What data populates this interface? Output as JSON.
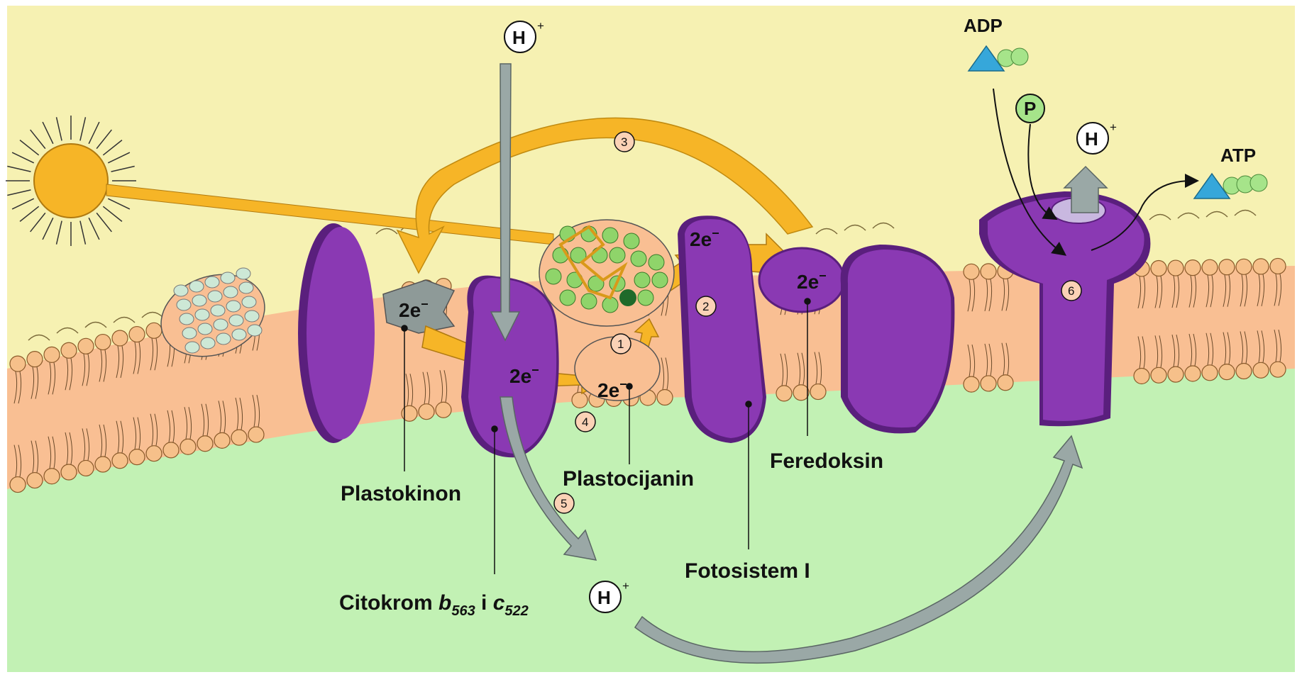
{
  "labels": {
    "plastokinon": "Plastokinon",
    "citokrom_main": "Citokrom ",
    "citokrom_b": "b",
    "citokrom_b_sub": "563",
    "citokrom_i": " i ",
    "citokrom_c": "c",
    "citokrom_c_sub": "522",
    "plastocijanin": "Plastocijanin",
    "fotosistem": "Fotosistem I",
    "feredoksin": "Feredoksin",
    "adp": "ADP",
    "atp": "ATP",
    "p": "P",
    "h": "H",
    "plus": "+",
    "electrons": "2e",
    "minus": "−"
  },
  "steps": [
    "1",
    "2",
    "3",
    "4",
    "5",
    "6"
  ],
  "colors": {
    "stroma": "#f6f1b2",
    "lumen": "#c2f1b4",
    "membrane": "#f9bf93",
    "lipid_head": "#f6c08a",
    "protein": "#8a39b3",
    "protein_dark": "#5a1f7d",
    "electron_arrow": "#f6b527",
    "proton_arrow": "#9aa8a6",
    "sun": "#f6b527",
    "adp_triangle": "#36a7da",
    "phosphate": "#a6e48a"
  }
}
